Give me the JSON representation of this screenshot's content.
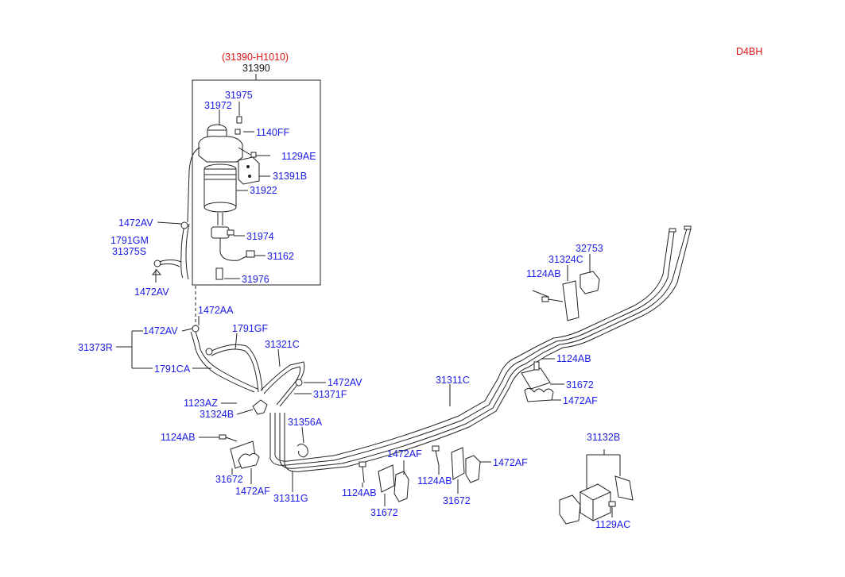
{
  "diagram": {
    "engine_code": "D4BH",
    "assembly_code": "(31390-H1010)",
    "labels": {
      "a31390": "31390",
      "a31975": "31975",
      "a31972": "31972",
      "a1140FF": "1140FF",
      "a1129AE": "1129AE",
      "a31391B": "31391B",
      "a31922": "31922",
      "a31974": "31974",
      "a31162": "31162",
      "a31976": "31976",
      "a1472AV_1": "1472AV",
      "a1791GM": "1791GM",
      "a31375S": "31375S",
      "a1472AV_2": "1472AV",
      "a1472AA": "1472AA",
      "a1472AV_3": "1472AV",
      "a1791GF": "1791GF",
      "a31321C": "31321C",
      "a31373R": "31373R",
      "a1791CA": "1791CA",
      "a1472AV_4": "1472AV",
      "a31371F": "31371F",
      "a1123AZ": "1123AZ",
      "a31324B": "31324B",
      "a31356A": "31356A",
      "a1124AB_1": "1124AB",
      "a31672_1": "31672",
      "a1472AF_1": "1472AF",
      "a31311G": "31311G",
      "a31311C": "31311C",
      "a1472AF_2": "1472AF",
      "a1124AB_2": "1124AB",
      "a31672_2": "31672",
      "a1124AB_3": "1124AB",
      "a31672_3": "31672",
      "a1472AF_3": "1472AF",
      "a32753": "32753",
      "a31324C": "31324C",
      "a1124AB_4": "1124AB",
      "a1124AB_5": "1124AB",
      "a31672_4": "31672",
      "a1472AF_4": "1472AF",
      "a31132B": "31132B",
      "a1129AC": "1129AC"
    }
  }
}
